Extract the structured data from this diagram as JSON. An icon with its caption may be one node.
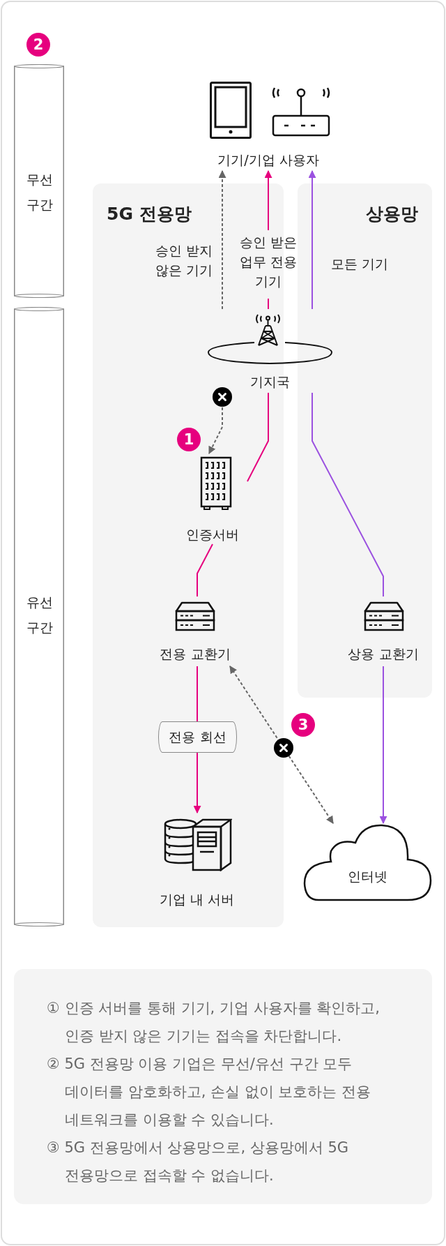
{
  "diagram": {
    "nodes": [
      {
        "text": [
          "무선 구간"
        ]
      },
      {
        "text": [
          "유선 구간"
        ]
      },
      {
        "text": [
          "기기/기업 사용자"
        ]
      },
      {
        "text": [
          "5G 전용망"
        ]
      },
      {
        "text": [
          "상용망"
        ]
      },
      {
        "text": [
          "기지국"
        ]
      },
      {
        "text": [
          "인증서버"
        ],
        "in": 3
      },
      {
        "text": [
          "전용 교환기"
        ],
        "in": 3
      },
      {
        "text": [
          "기업 내 서버"
        ],
        "in": 3
      },
      {
        "text": [
          "상용 교환기"
        ],
        "in": 4
      },
      {
        "text": [
          "인터넷"
        ]
      },
      {
        "text": [
          "① 인증 서버를 통해 기기, 기업 사용자를 확인하고, 인증 받지 않은 기기는 접속을 차단합니다.",
          "② 5G 전용망 이용 기업은 무선/유선 구간 모두 데이터를 암호화하고, 손실 없이 보호하는 전용 네트워크를 이용할 수 있습니다.",
          "③ 5G 전용망에서 상용망으로, 상용망에서 5G 전용망으로 접속할 수 없습니다."
        ]
      }
    ],
    "edges": [
      {
        "from": 5,
        "to": 2,
        "arrow": "to",
        "label": "승인 받지 않은 기기",
        "style": "dashed",
        "color": "#666666"
      },
      {
        "from": 5,
        "to": 2,
        "arrow": "to",
        "label": "승인 받은 업무 전용 기기"
      },
      {
        "from": 5,
        "to": 2,
        "arrow": "to",
        "label": "모든 기기",
        "color": "#9b51e0"
      },
      {
        "from": 5,
        "to": 6,
        "arrow": "to",
        "style": "dashed",
        "color": "#666666"
      },
      {
        "from": 5,
        "to": 6,
        "arrow": "none"
      },
      {
        "from": 6,
        "to": 7,
        "arrow": "none"
      },
      {
        "from": 7,
        "to": 8,
        "arrow": "to",
        "label": "전용 회선"
      },
      {
        "from": 7,
        "to": 10,
        "arrow": "both",
        "style": "dashed",
        "color": "#666666"
      },
      {
        "from": 5,
        "to": 9,
        "arrow": "none",
        "color": "#9b51e0"
      },
      {
        "from": 9,
        "to": 10,
        "arrow": "to",
        "color": "#9b51e0"
      }
    ],
    "labels": [
      "2",
      "1",
      "3"
    ]
  }
}
